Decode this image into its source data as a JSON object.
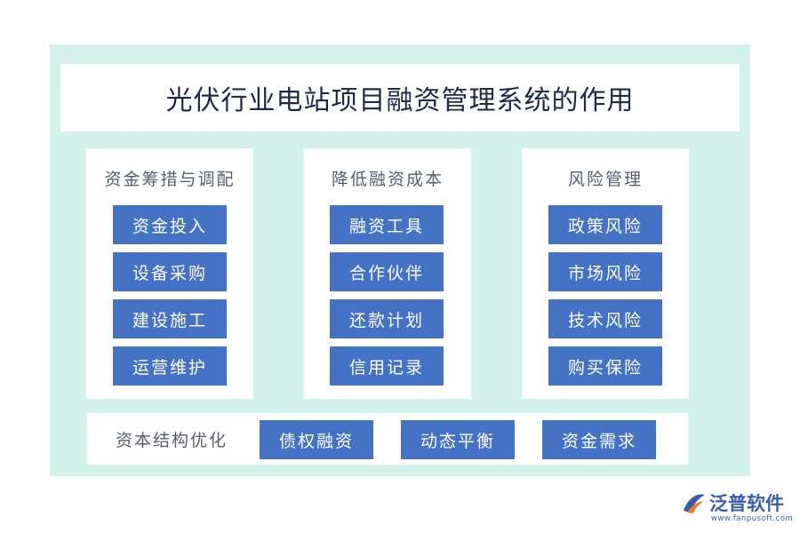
{
  "title": "光伏行业电站项目融资管理系统的作用",
  "columns": [
    {
      "heading": "资金筹措与调配",
      "items": [
        "资金投入",
        "设备采购",
        "建设施工",
        "运营维护"
      ]
    },
    {
      "heading": "降低融资成本",
      "items": [
        "融资工具",
        "合作伙伴",
        "还款计划",
        "信用记录"
      ]
    },
    {
      "heading": "风险管理",
      "items": [
        "政策风险",
        "市场风险",
        "技术风险",
        "购买保险"
      ]
    }
  ],
  "bottom": {
    "label": "资本结构优化",
    "items": [
      "债权融资",
      "动态平衡",
      "资金需求"
    ]
  },
  "logo": {
    "name": "泛普软件",
    "url": "www.fanpusoft.com"
  },
  "colors": {
    "panel": "#d3f2ec",
    "box": "#4472c4",
    "title": "#1f2a4a"
  }
}
